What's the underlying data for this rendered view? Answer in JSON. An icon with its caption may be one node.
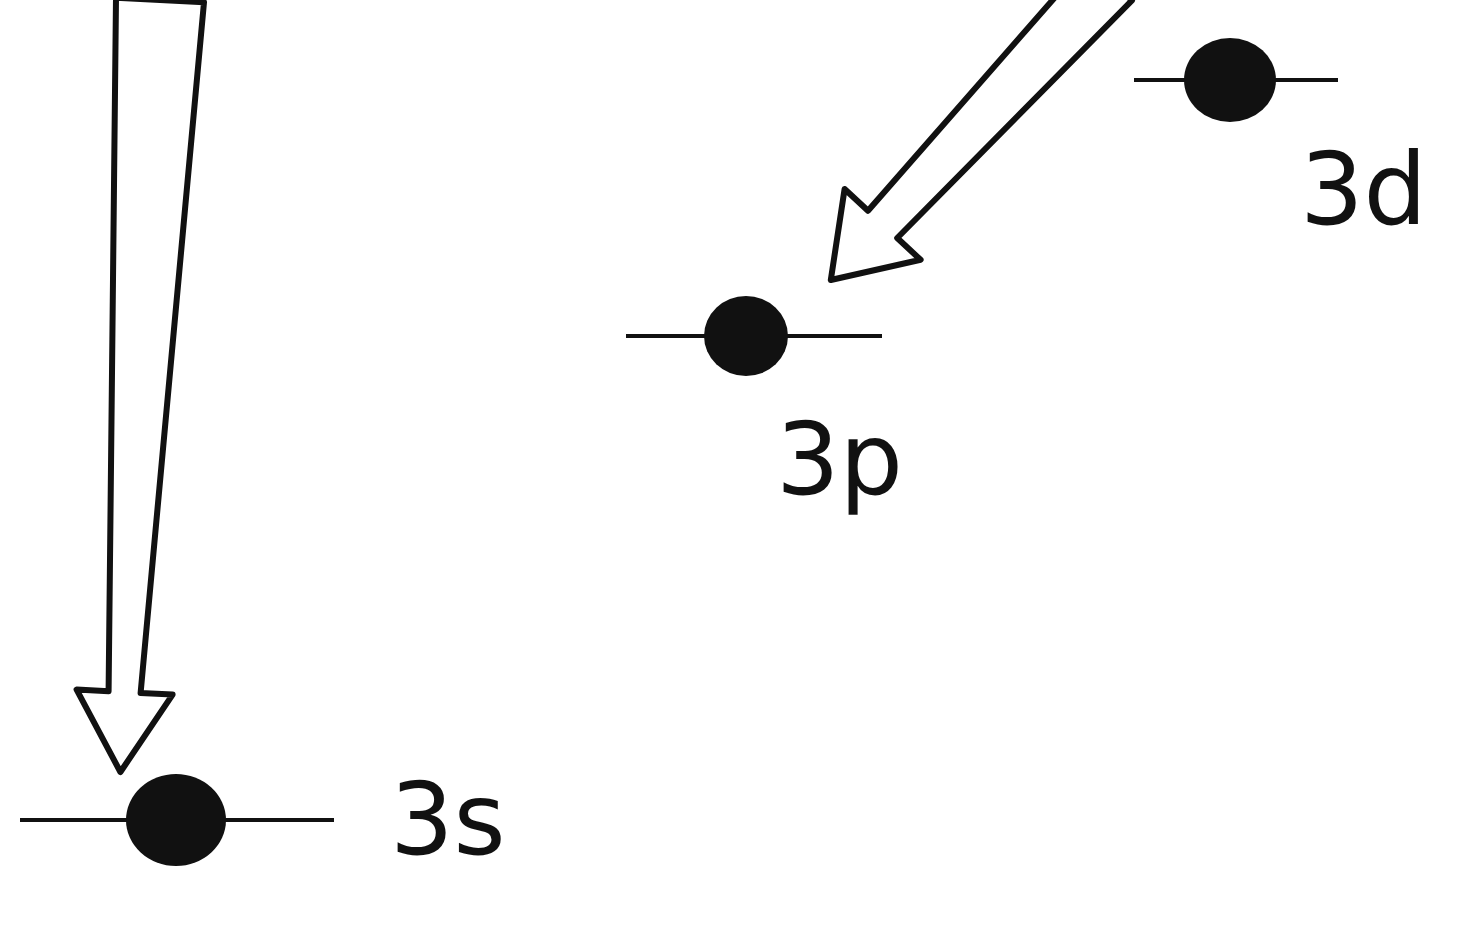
{
  "diagram": {
    "nodes": [
      {
        "text": [],
        "shape": "circle",
        "beside": [
          "3s"
        ]
      },
      {
        "text": [],
        "shape": "circle",
        "beside": [
          "3p"
        ]
      },
      {
        "text": [],
        "shape": "circle",
        "beside": [
          "3d"
        ]
      }
    ],
    "edges": [
      {
        "from": null,
        "to": 0,
        "arrow": "to",
        "style": "thick"
      },
      {
        "from": null,
        "to": 1,
        "arrow": "to",
        "style": "thick"
      }
    ]
  }
}
